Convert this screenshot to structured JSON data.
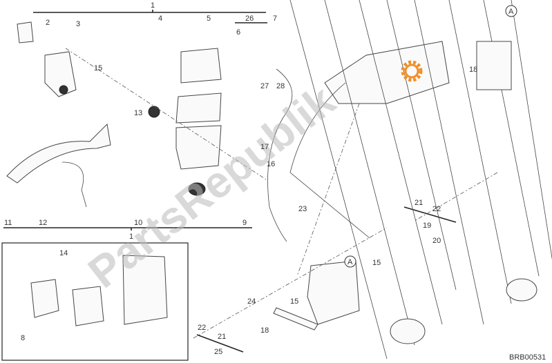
{
  "diagram_code": "BRB00531",
  "watermark": "PartsRepublik",
  "gear_color": "#f0902a",
  "callouts": [
    "1",
    "2",
    "3",
    "4",
    "5",
    "26",
    "7",
    "6",
    "15",
    "13",
    "27",
    "28",
    "17",
    "16",
    "23",
    "18",
    "A",
    "11",
    "12",
    "10",
    "9",
    "1",
    "22",
    "21",
    "19",
    "20",
    "15",
    "A",
    "24",
    "15",
    "18",
    "22",
    "21",
    "25",
    "14",
    "8"
  ]
}
